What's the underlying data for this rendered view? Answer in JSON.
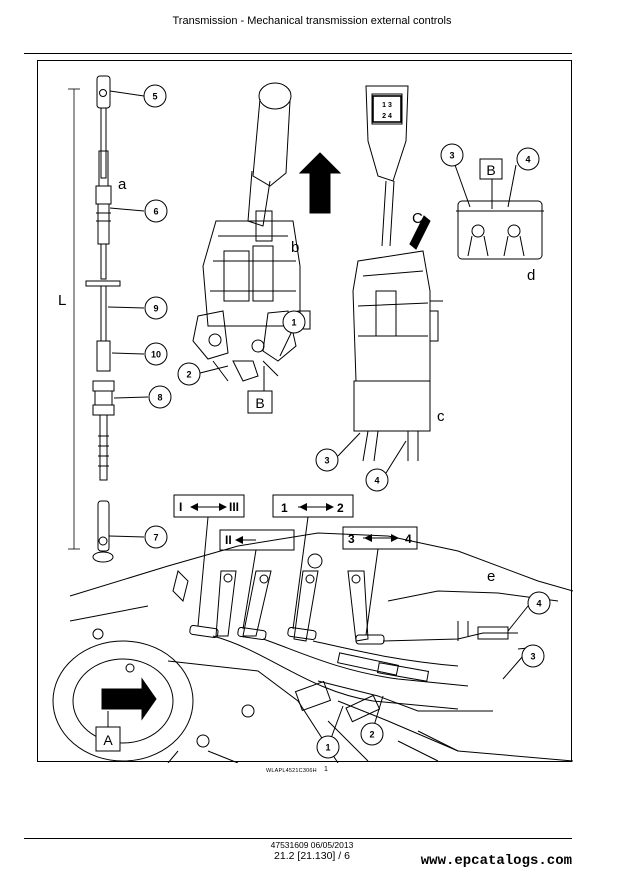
{
  "header": {
    "title": "Transmission - Mechanical transmission external controls"
  },
  "figure": {
    "callouts": {
      "c5": "5",
      "c6": "6",
      "c9": "9",
      "c10": "10",
      "c8": "8",
      "c7": "7",
      "b1": "1",
      "b2": "2",
      "c3": "3",
      "c4": "4",
      "d3": "3",
      "d4": "4",
      "e4": "4",
      "e3": "3",
      "e2": "2",
      "e1": "1"
    },
    "letters": {
      "a": "a",
      "b": "b",
      "c": "c",
      "d": "d",
      "e": "e",
      "L": "L",
      "arrowC": "C"
    },
    "boxes": {
      "B1": "B",
      "B2": "B",
      "A": "A"
    },
    "gear_boxes": {
      "g1": "I",
      "g3": "III",
      "g2": "II",
      "n1": "1",
      "n2": "2",
      "n3": "3",
      "n4": "4"
    },
    "knob_pattern": {
      "top": "1  3",
      "bottom": "2  4"
    },
    "ref": "WLAPL4521C306H",
    "fig_number": "1"
  },
  "footer": {
    "doc_info": "47531609 06/05/2013",
    "page": "21.2 [21.130] / 6"
  },
  "watermark": "www.epcatalogs.com"
}
